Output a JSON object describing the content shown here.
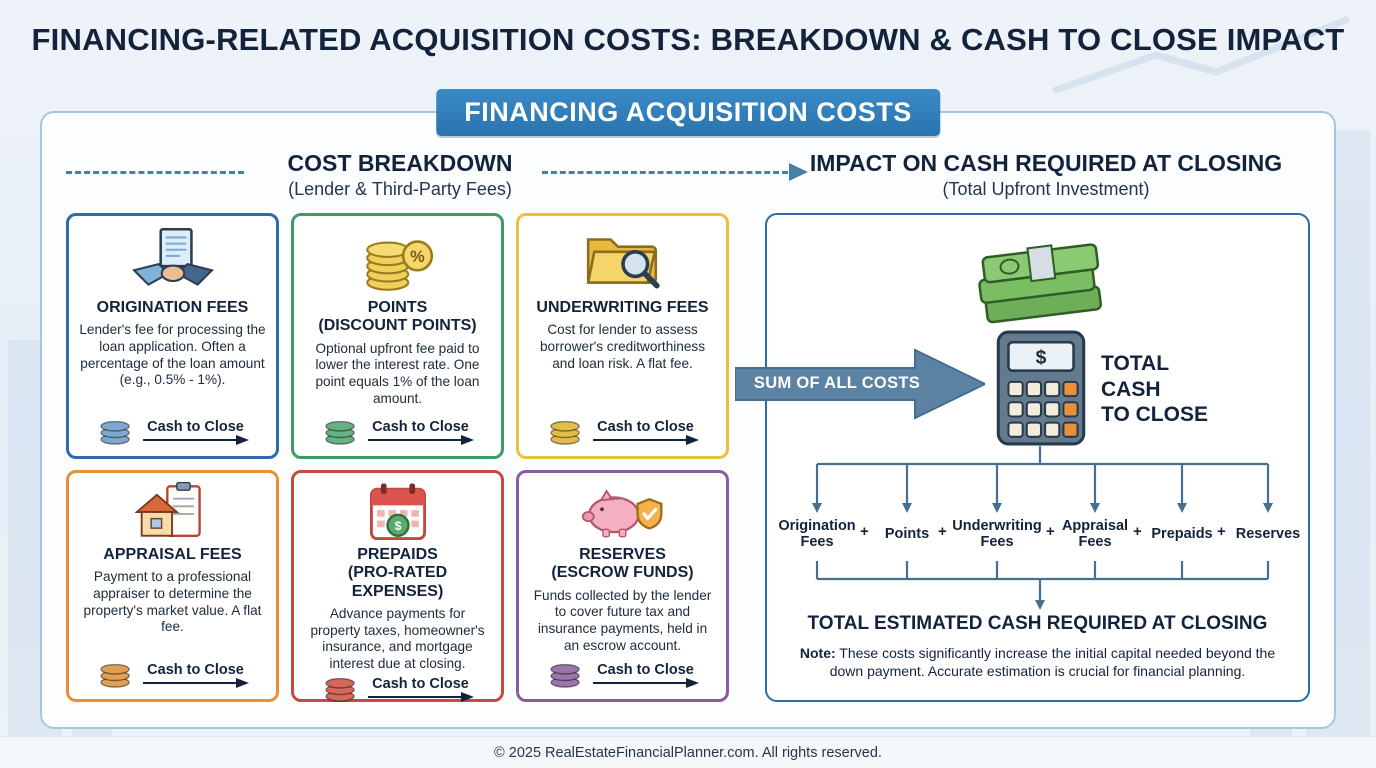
{
  "page": {
    "title": "FINANCING-RELATED ACQUISITION COSTS: BREAKDOWN & CASH TO CLOSE IMPACT",
    "footer": "© 2025 RealEstateFinancialPlanner.com. All rights reserved."
  },
  "banner": {
    "label": "FINANCING ACQUISITION COSTS"
  },
  "headers": {
    "left_title": "COST BREAKDOWN",
    "left_subtitle": "(Lender & Third-Party Fees)",
    "right_title": "IMPACT ON CASH REQUIRED AT CLOSING",
    "right_subtitle": "(Total Upfront Investment)"
  },
  "cards": [
    {
      "title": "ORIGINATION FEES",
      "subtitle": "",
      "description": "Lender's fee for processing the loan application. Often a percentage of the loan amount (e.g., 0.5% - 1%).",
      "cash_label": "Cash to Close",
      "accent": "#2d6ca8",
      "coin_color": "#7fa8d0",
      "icon": "document-handshake-icon"
    },
    {
      "title": "POINTS",
      "subtitle": "(DISCOUNT POINTS)",
      "description": "Optional upfront fee paid to lower the interest rate. One point equals 1% of the loan amount.",
      "cash_label": "Cash to Close",
      "accent": "#3f9b63",
      "coin_color": "#67b183",
      "icon": "coin-stack-percent-icon"
    },
    {
      "title": "UNDERWRITING FEES",
      "subtitle": "",
      "description": "Cost for lender to assess borrower's creditworthiness and loan risk. A flat fee.",
      "cash_label": "Cash to Close",
      "accent": "#e5c33c",
      "coin_color": "#e3bd45",
      "icon": "folder-magnifier-icon"
    },
    {
      "title": "APPRAISAL FEES",
      "subtitle": "",
      "description": "Payment to a professional appraiser to determine the property's market value. A flat fee.",
      "cash_label": "Cash to Close",
      "accent": "#e5913a",
      "coin_color": "#e2a055",
      "icon": "house-clipboard-icon"
    },
    {
      "title": "PREPAIDS",
      "subtitle": "(PRO-RATED EXPENSES)",
      "description": "Advance payments for property taxes, homeowner's insurance, and mortgage interest due at closing.",
      "cash_label": "Cash to Close",
      "accent": "#c64a3e",
      "coin_color": "#d6685a",
      "icon": "calendar-dollar-icon"
    },
    {
      "title": "RESERVES",
      "subtitle": "(ESCROW FUNDS)",
      "description": "Funds collected by the lender to cover future tax and insurance payments, held in an escrow account.",
      "cash_label": "Cash to Close",
      "accent": "#8a5d9e",
      "coin_color": "#9d74ae",
      "icon": "piggy-bank-shield-icon"
    }
  ],
  "flow": {
    "sum_arrow_label": "SUM OF ALL COSTS",
    "total_lines": [
      "TOTAL",
      "CASH",
      "TO CLOSE"
    ],
    "plus": "+",
    "components": [
      "Origination Fees",
      "Points",
      "Underwriting Fees",
      "Appraisal Fees",
      "Prepaids",
      "Reserves"
    ],
    "total_estimated": "TOTAL ESTIMATED CASH REQUIRED AT CLOSING",
    "note_label": "Note:",
    "note_text": "These costs significantly increase the initial capital needed beyond the down payment. Accurate estimation is crucial for financial planning.",
    "icons": [
      "money-stack-icon",
      "calculator-icon"
    ],
    "line_color": "#45708f"
  }
}
